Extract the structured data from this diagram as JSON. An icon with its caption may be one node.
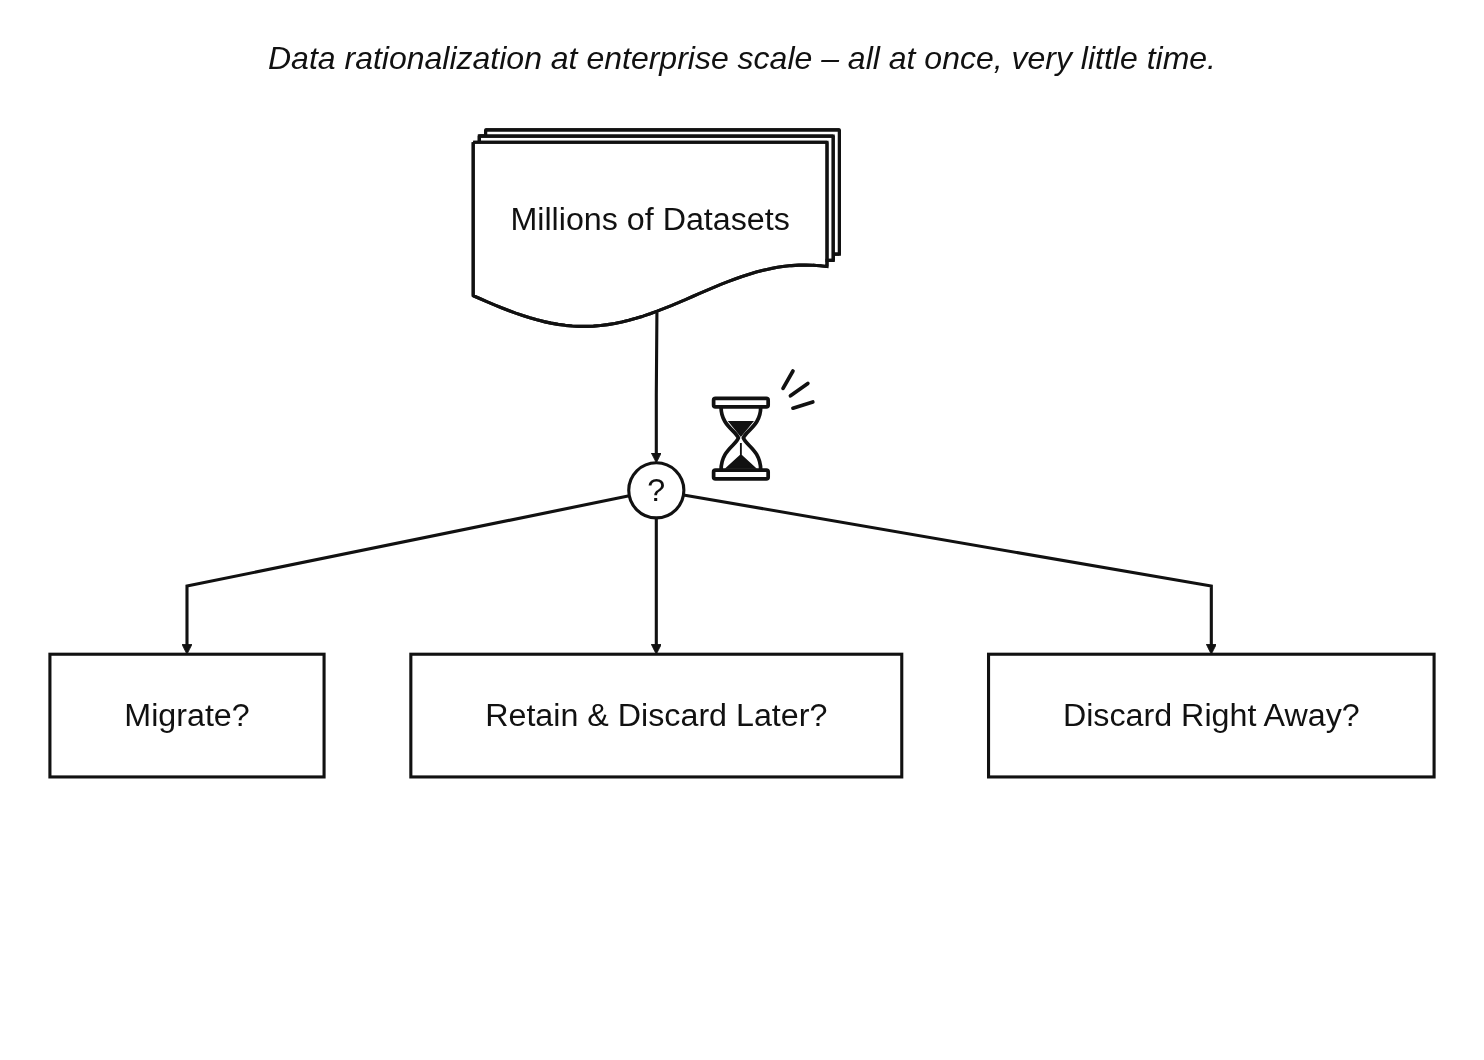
{
  "diagram": {
    "title": "Data rationalization at enterprise scale – all at once, very little time.",
    "nodes": [
      {
        "text": [
          "Millions of Datasets"
        ]
      },
      {
        "text": [
          "?"
        ]
      },
      {
        "text": [
          "Migrate?"
        ]
      },
      {
        "text": [
          "Retain & Discard Later?"
        ]
      },
      {
        "text": [
          "Discard Right Away?"
        ]
      }
    ],
    "edges": [
      {
        "from": 0,
        "to": 1,
        "arrow": "to"
      },
      {
        "from": 1,
        "to": 2,
        "arrow": "to"
      },
      {
        "from": 1,
        "to": 3,
        "arrow": "to"
      },
      {
        "from": 1,
        "to": 4,
        "arrow": "to"
      }
    ]
  }
}
